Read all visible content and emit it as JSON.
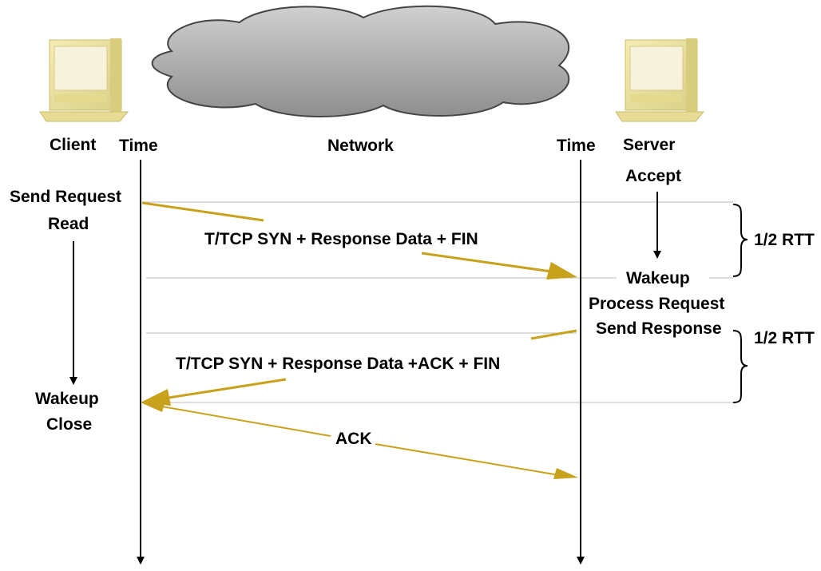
{
  "colors": {
    "message_arrow": "#c8a21c",
    "timeline": "#000000",
    "guide_line": "#bdbdbd",
    "cloud_fill": "#a9a9a9",
    "computer_body": "#efe6a8",
    "computer_screen": "#f3f0d7"
  },
  "icons": {
    "client": "computer-icon",
    "server": "computer-icon",
    "network": "cloud-icon"
  },
  "labels": {
    "client": "Client",
    "client_time": "Time",
    "network": "Network",
    "server_time": "Time",
    "server": "Server"
  },
  "client_events": {
    "send_request": "Send Request",
    "read": "Read",
    "wakeup": "Wakeup",
    "close": "Close"
  },
  "server_events": {
    "accept": "Accept",
    "wakeup": "Wakeup",
    "process_request": "Process Request",
    "send_response": "Send Response"
  },
  "messages": [
    {
      "label": "T/TCP SYN + Response Data + FIN"
    },
    {
      "label": "T/TCP SYN + Response Data +ACK + FIN"
    },
    {
      "label": "ACK"
    }
  ],
  "rtt_labels": [
    "1/2 RTT",
    "1/2 RTT"
  ]
}
